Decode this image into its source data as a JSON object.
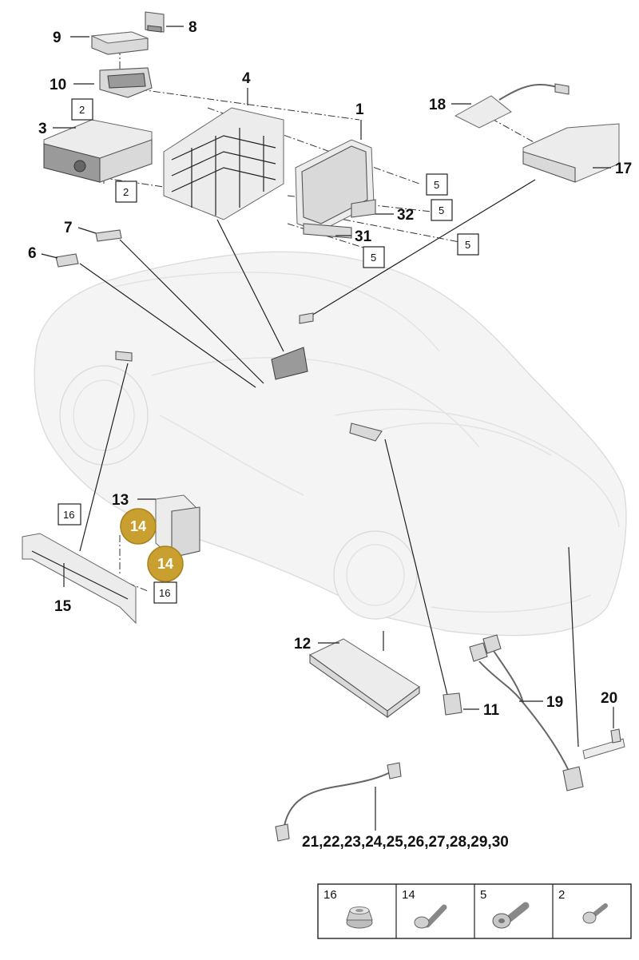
{
  "callouts": {
    "c1": "1",
    "c3": "3",
    "c4": "4",
    "c6": "6",
    "c7": "7",
    "c8": "8",
    "c9": "9",
    "c10": "10",
    "c11": "11",
    "c12": "12",
    "c13": "13",
    "c15": "15",
    "c17": "17",
    "c18": "18",
    "c19": "19",
    "c20": "20",
    "c31": "31",
    "c32": "32",
    "c21_30": "21,22,23,24,25,26,27,28,29,30"
  },
  "boxed": {
    "b2a": "2",
    "b2b": "2",
    "b5a": "5",
    "b5b": "5",
    "b5c": "5",
    "b5d": "5",
    "b16a": "16",
    "b16b": "16"
  },
  "badges": {
    "b14a": "14",
    "b14b": "14"
  },
  "colors": {
    "badge": "#c9a030",
    "badge_stroke": "#a8841f"
  },
  "legend": [
    {
      "num": "16",
      "icon": "flange-nut-icon"
    },
    {
      "num": "14",
      "icon": "screw-icon"
    },
    {
      "num": "5",
      "icon": "torx-screw-icon"
    },
    {
      "num": "2",
      "icon": "short-screw-icon"
    }
  ]
}
